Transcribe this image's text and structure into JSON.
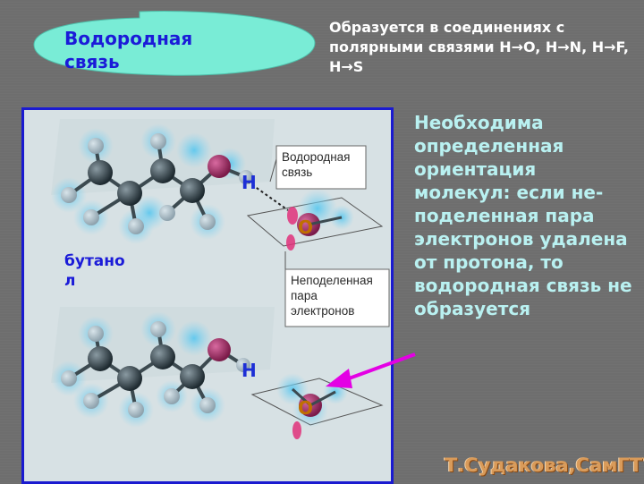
{
  "title": "Водородная связь",
  "top_note": "Образуется в соединениях с полярными связями H→O, H→N, H→F, H→S",
  "right_note": "Необходима определенная ориентация молекул: если не- поделенная пара электронов удалена от протона, то водородная связь не образуется",
  "figure": {
    "label_hbond": [
      "Водородная",
      "связь"
    ],
    "label_lonepair": [
      "Неподеленная",
      "пара",
      "электронов"
    ],
    "atom_h": "H",
    "atom_o": "O",
    "molecule_name": "бутанол"
  },
  "signature": "Т.Судакова,СамГТУ",
  "colors": {
    "title_oval": "#79ecd6",
    "title_text": "#1b1bd8",
    "note_text": "#b9f1f1",
    "arrow": "#e400e4",
    "frame": "#1a1ad0"
  }
}
